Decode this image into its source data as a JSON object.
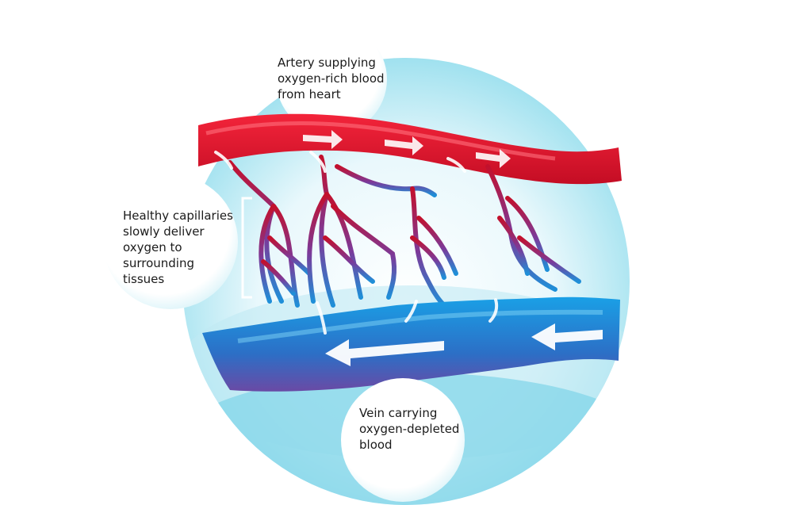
{
  "labels": {
    "artery": "Artery supplying\noxygen-rich blood\nfrom heart",
    "capillaries": "Healthy capillaries\nslowly deliver\noxygen to\nsurrounding\ntissues",
    "vein": "Vein carrying\noxygen-depleted\nblood"
  },
  "colors": {
    "artery_red": "#e8132a",
    "vein_blue": "#1e88d6",
    "vein_purple": "#5b4aa0",
    "tissue_cyan": "#7fd8ea",
    "arrow_white": "#ffffff"
  }
}
